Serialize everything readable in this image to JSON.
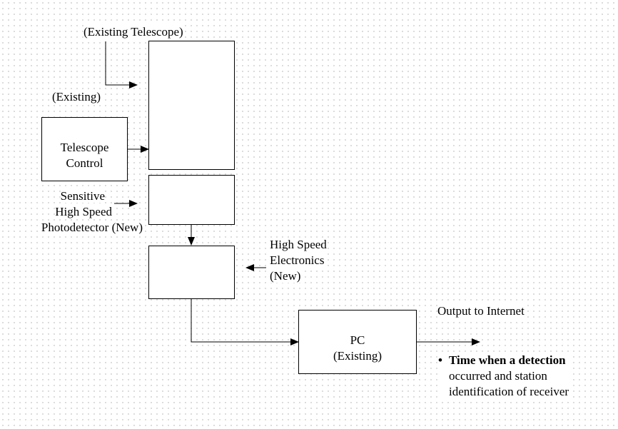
{
  "labels": {
    "existing_telescope": "(Existing Telescope)",
    "existing": "(Existing)",
    "telescope_control_line1": "Telescope",
    "telescope_control_line2": "Control",
    "photodetector_line1": "Sensitive",
    "photodetector_line2": "High Speed",
    "photodetector_line3": "Photodetector (New)",
    "electronics_line1": "High Speed",
    "electronics_line2": "Electronics",
    "electronics_line3": "(New)",
    "pc_line1": "PC",
    "pc_line2": "(Existing)",
    "output": "Output to Internet"
  },
  "output_details": {
    "line1": "Time when a detection",
    "line2": "occurred and station",
    "line3": "identification of receiver"
  }
}
